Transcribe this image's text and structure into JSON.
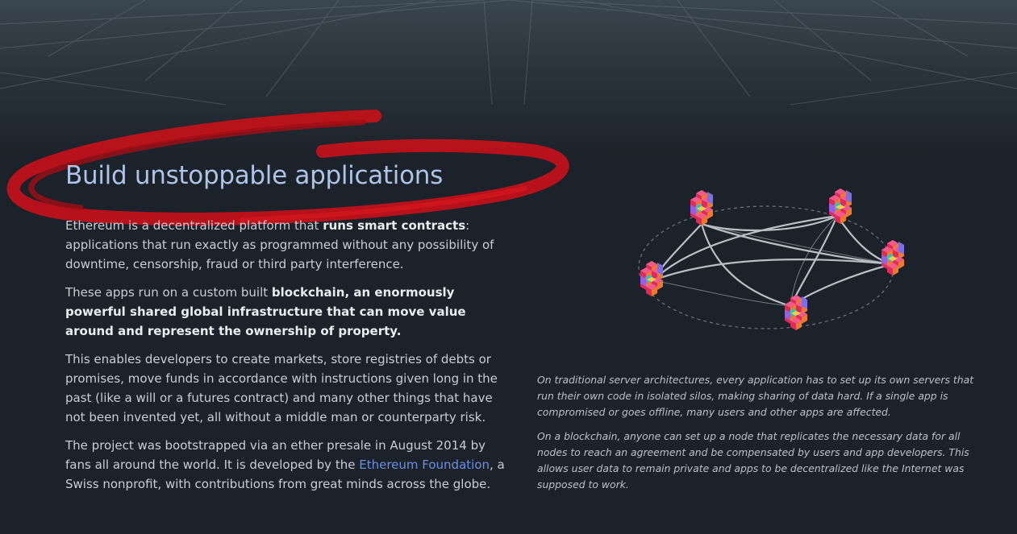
{
  "hero": {
    "title": "Build unstoppable applications"
  },
  "intro": {
    "p1_lead": "Ethereum is a decentralized platform that ",
    "p1_bold": "runs smart contracts",
    "p1_rest": ": applications that run exactly as programmed without any possibility of downtime, censorship, fraud or third party interference.",
    "p2_lead": "These apps run on a custom built ",
    "p2_bold": "blockchain, an enormously powerful shared global infrastructure that can move value around and represent the ownership of property.",
    "p3": "This enables developers to create markets, store registries of debts or promises, move funds in accordance with instructions given long in the past (like a will or a futures contract) and many other things that have not been invented yet, all without a middle man or counterparty risk.",
    "p4_lead": "The project was bootstrapped via an ether presale in August 2014 by fans all around the world. It is developed by the ",
    "p4_link": "Ethereum Foundation",
    "p4_rest": ", a Swiss nonprofit, with contributions from great minds across the globe."
  },
  "caption": {
    "p1": "On traditional server architectures, every application has to set up its own servers that run their own code in isolated silos, making sharing of data hard. If a single app is compromised or goes offline, many users and other apps are affected.",
    "p2": "On a blockchain, anyone can set up a node that replicates the necessary data for all nodes to reach an agreement and be compensated by users and app developers. This allows user data to remain private and apps to be decentralized like the Internet was supposed to work."
  },
  "colors": {
    "background": "#1b2229",
    "title": "#aec3e6",
    "marker": "#c0121a",
    "link": "#6b8fe0"
  },
  "icons": {
    "node": "cube-cluster-icon"
  }
}
